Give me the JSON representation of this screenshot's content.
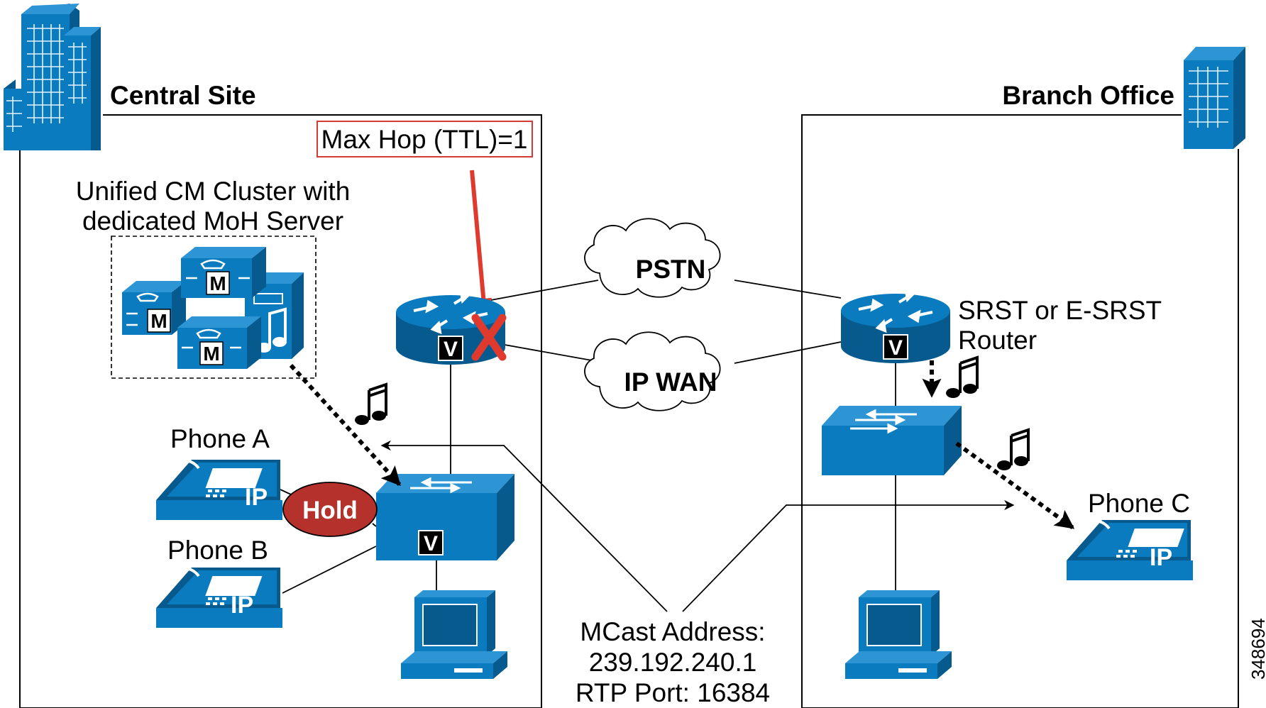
{
  "sites": {
    "central": "Central Site",
    "branch": "Branch Office"
  },
  "annotations": {
    "max_hop": "Max Hop (TTL)=1",
    "cluster_line1": "Unified CM Cluster with",
    "cluster_line2": "dedicated MoH Server",
    "srst_line1": "SRST or E-SRST",
    "srst_line2": "Router",
    "mcast_line1": "MCast Address:",
    "mcast_line2": "239.192.240.1",
    "mcast_line3": "RTP Port: 16384",
    "figure_id": "348694"
  },
  "clouds": {
    "pstn": "PSTN",
    "ipwan": "IP WAN"
  },
  "phones": {
    "a_label": "Phone A",
    "b_label": "Phone B",
    "c_label": "Phone C",
    "ip_text": "IP"
  },
  "hold": "Hold",
  "badges": {
    "v": "V",
    "m": "M"
  },
  "colors": {
    "device_blue": "#0a7bbf",
    "device_dark": "#075a8e",
    "hold_red": "#b5312b",
    "ttl_red": "#e03a2f"
  }
}
